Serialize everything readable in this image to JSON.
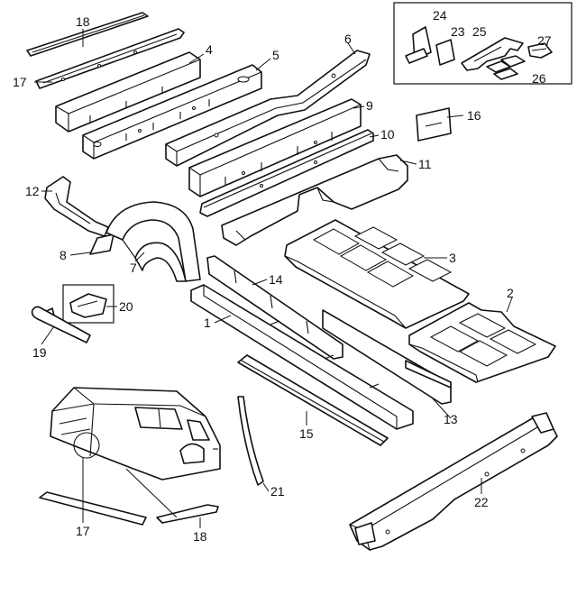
{
  "labels": {
    "p1": "1",
    "p2": "2",
    "p3": "3",
    "p4": "4",
    "p5": "5",
    "p6": "6",
    "p7": "7",
    "p8": "8",
    "p9": "9",
    "p10": "10",
    "p11": "11",
    "p12": "12",
    "p13": "13",
    "p14": "14",
    "p15": "15",
    "p16": "16",
    "p17a": "17",
    "p17b": "17",
    "p18a": "18",
    "p18b": "18",
    "p19": "19",
    "p20": "20",
    "p21": "21",
    "p22": "22",
    "p23": "23",
    "p24": "24",
    "p25": "25",
    "p26": "26",
    "p27": "27"
  }
}
